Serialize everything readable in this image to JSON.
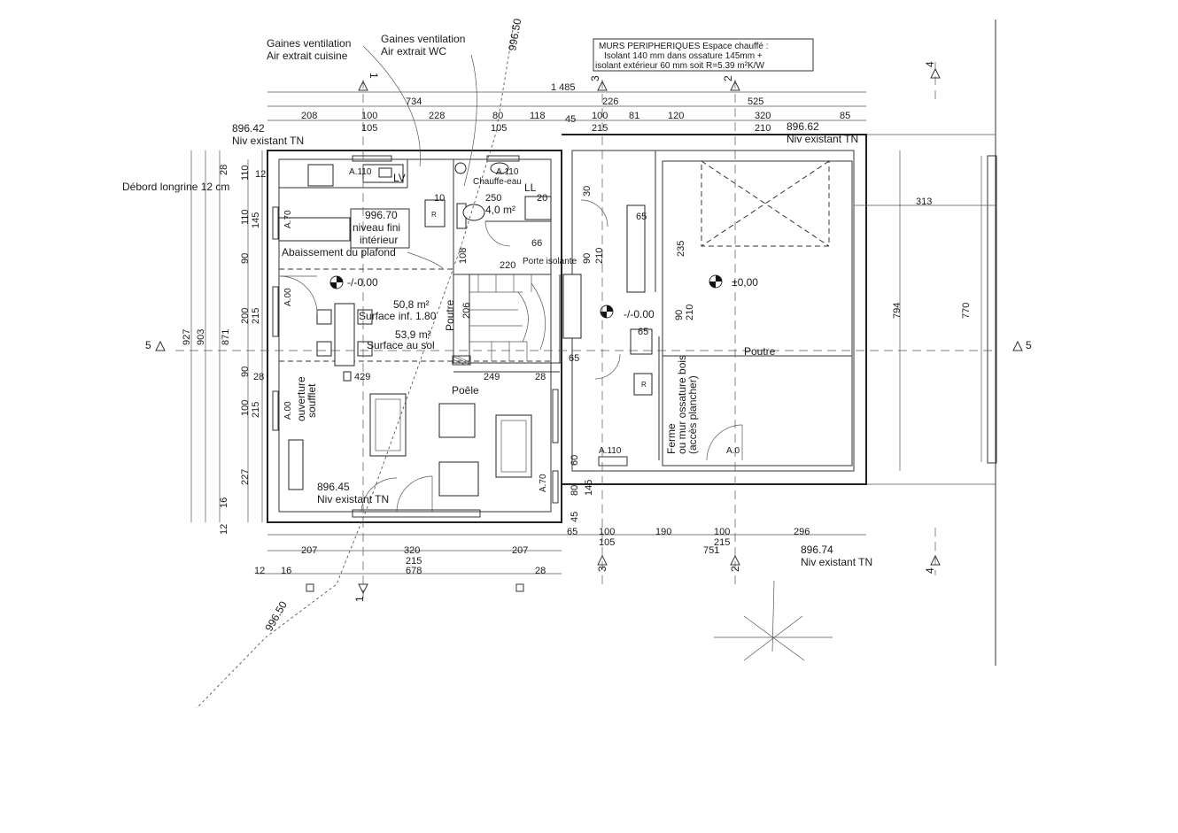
{
  "notes": {
    "ventilation_cuisine": [
      "Gaines ventilation",
      "Air extrait cuisine"
    ],
    "ventilation_wc": [
      "Gaines ventilation",
      "Air extrait WC"
    ],
    "murs": [
      "MURS PERIPHERIQUES Espace chauffé :",
      "Isolant 140 mm dans ossature 145mm +",
      "isolant extérieur 60 mm soit R=5.39 m²K/W"
    ],
    "debord": "Débord longrine 12 cm",
    "niveau_fini": [
      "996.70",
      "niveau fini",
      "intérieur"
    ],
    "abaissement": "Abaissement du plafond",
    "surface_inf": [
      "50,8 m²",
      "Surface inf. 1.80"
    ],
    "surface_sol": [
      "53,9 m²",
      "Surface au sol"
    ],
    "poutre_v": "Poutre",
    "poutre_h": "Poutre",
    "poele": "Poêle",
    "ouverture": [
      "ouverture",
      "soufflet"
    ],
    "ferme": [
      "Ferme",
      "ou mur ossature bois",
      "(accès plancher)"
    ],
    "chauffe_eau": "Chauffe-eau",
    "ll": "LL",
    "lv": "LV",
    "porte_isolante": "Porte isolante",
    "wc_area": "4,0 m²",
    "level_origin": "-/-0.00",
    "level_zero": "±0,00",
    "level_minus": "-/-0.00",
    "carport_width": "313"
  },
  "elevations": [
    {
      "value": "896.42",
      "label": "Niv existant TN"
    },
    {
      "value": "896.62",
      "label": "Niv existant TN"
    },
    {
      "value": "896.45",
      "label": "Niv existant TN"
    },
    {
      "value": "896.74",
      "label": "Niv existant TN"
    }
  ],
  "contour": {
    "top": "996.50",
    "bottom": "996.50"
  },
  "sections": {
    "s1": "1",
    "s2": "2",
    "s3": "3",
    "s4": "4",
    "s5": "5"
  },
  "windows": {
    "a110_kitchen": "A.110",
    "a110_wc": "A.110",
    "a70_left": "A.70",
    "a00_left": "A.00",
    "a00_lower": "A.00",
    "a70_right": "A.70",
    "a110_bottom": "A.110",
    "a0_garage": "A.0"
  },
  "dims_top": {
    "total": "1 485",
    "row1": [
      "734",
      "226",
      "525"
    ],
    "row2": [
      "208",
      "100",
      "228",
      "80",
      "118",
      "45",
      "100",
      "81",
      "120",
      "320",
      "85"
    ],
    "sub": [
      "105",
      "105",
      "215",
      "210"
    ]
  },
  "dims_left": {
    "outer": [
      "927",
      "903",
      "871"
    ],
    "row": [
      "28",
      "110",
      "110",
      "90",
      "200",
      "90",
      "100",
      "227",
      "16",
      "12"
    ],
    "sub": [
      "12",
      "145",
      "215",
      "215"
    ]
  },
  "dims_bottom": {
    "row1": [
      "207",
      "320",
      "207"
    ],
    "sub": "215",
    "total": "678",
    "edges": [
      "12",
      "16",
      "28"
    ],
    "right": [
      "65",
      "100",
      "190",
      "100",
      "296"
    ],
    "right_sub": [
      "105",
      "215"
    ],
    "right_total": "751"
  },
  "dims_interior": [
    "429",
    "249",
    "28",
    "28",
    "10",
    "250",
    "20",
    "220",
    "108",
    "206",
    "66",
    "65",
    "65",
    "90",
    "210",
    "235",
    "90",
    "210",
    "65",
    "794",
    "770",
    "80",
    "45",
    "145",
    "30",
    "60",
    "12"
  ]
}
